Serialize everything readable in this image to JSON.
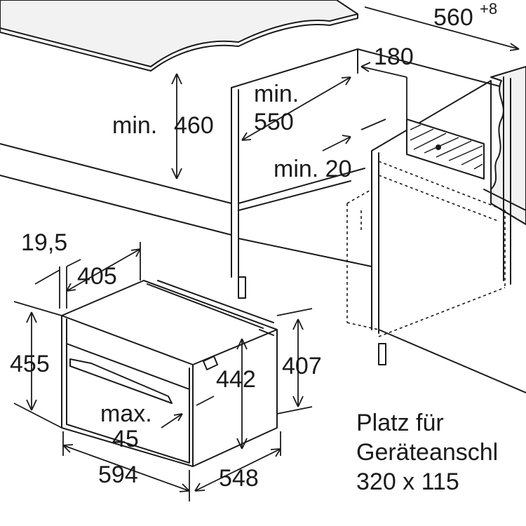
{
  "dimensions": {
    "counter_width": "560",
    "counter_width_tolerance": "+8",
    "niche_offset": "180",
    "gap_min_label": "min.",
    "gap_min_value": "460",
    "niche_depth_min_label": "min.",
    "niche_depth_min_value": "550",
    "vent_min": "min. 20",
    "front_offset": "19,5",
    "inner_depth": "405",
    "total_height": "455",
    "inner_height": "442",
    "niche_height": "407",
    "panel_max_label": "max.",
    "panel_max_value": "45",
    "oven_width": "594",
    "oven_depth": "548"
  },
  "connection_note": {
    "line1": "Platz für",
    "line2": "Geräteanschl",
    "line3": "320 x 115"
  }
}
